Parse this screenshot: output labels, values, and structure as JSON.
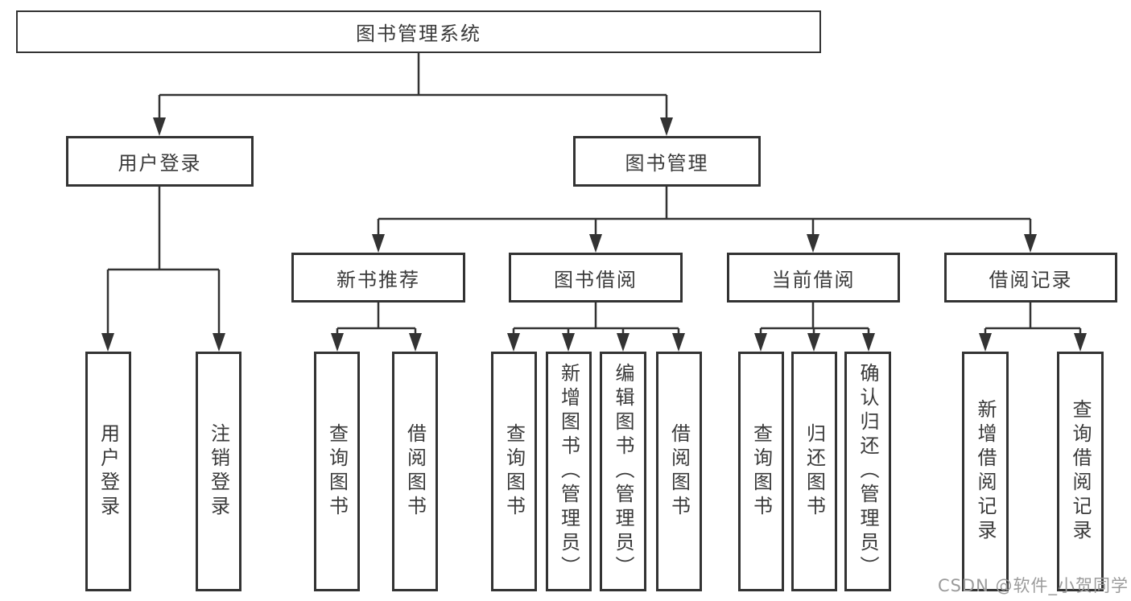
{
  "nodes": {
    "root": "图书管理系统",
    "user_login": "用户登录",
    "book_mgmt": "图书管理",
    "new_book": "新书推荐",
    "book_borrow": "图书借阅",
    "current_borrow": "当前借阅",
    "borrow_record": "借阅记录",
    "leaf_user_login": "用户登录",
    "leaf_logout": "注销登录",
    "leaf_nb_query": "查询图书",
    "leaf_nb_borrow": "借阅图书",
    "leaf_bb_query": "查询图书",
    "leaf_bb_add": "新增图书（管理员）",
    "leaf_bb_edit": "编辑图书（管理员）",
    "leaf_bb_borrow": "借阅图书",
    "leaf_cb_query": "查询图书",
    "leaf_cb_return": "归还图书",
    "leaf_cb_confirm": "确认归还（管理员）",
    "leaf_br_add": "新增借阅记录",
    "leaf_br_query": "查询借阅记录"
  },
  "watermark": "CSDN @软件_小贺同学",
  "colors": {
    "line": "#333333",
    "text": "#3a3a3a",
    "background": "#ffffff",
    "watermark": "#9b9b9b"
  }
}
